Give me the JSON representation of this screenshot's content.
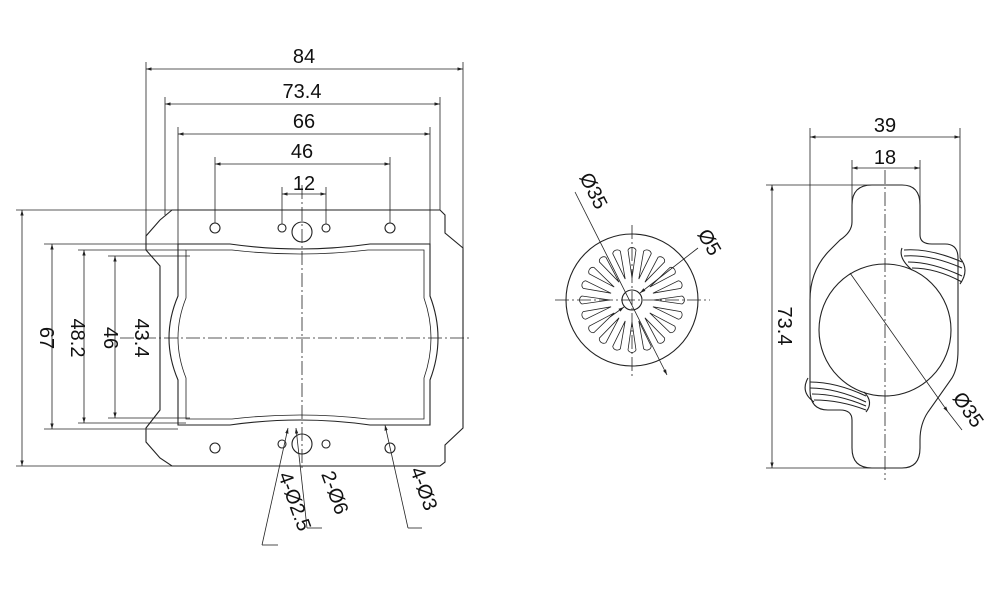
{
  "dimensions": {
    "front": {
      "width_84": "84",
      "width_73_4": "73.4",
      "width_66": "66",
      "width_46": "46",
      "width_12": "12",
      "height_67": "67",
      "height_48_2": "48.2",
      "height_46": "46",
      "height_43_4": "43.4",
      "callout_holes_small": "4-Ø2.5",
      "callout_holes_center": "2-Ø6",
      "callout_holes_side": "4-Ø3"
    },
    "rotor": {
      "diameter_outer": "Ø35",
      "diameter_bore": "Ø5"
    },
    "side": {
      "width_39": "39",
      "width_18": "18",
      "height_73_4": "73.4",
      "diameter_35": "Ø35"
    }
  },
  "rotor_slot_count": 20
}
